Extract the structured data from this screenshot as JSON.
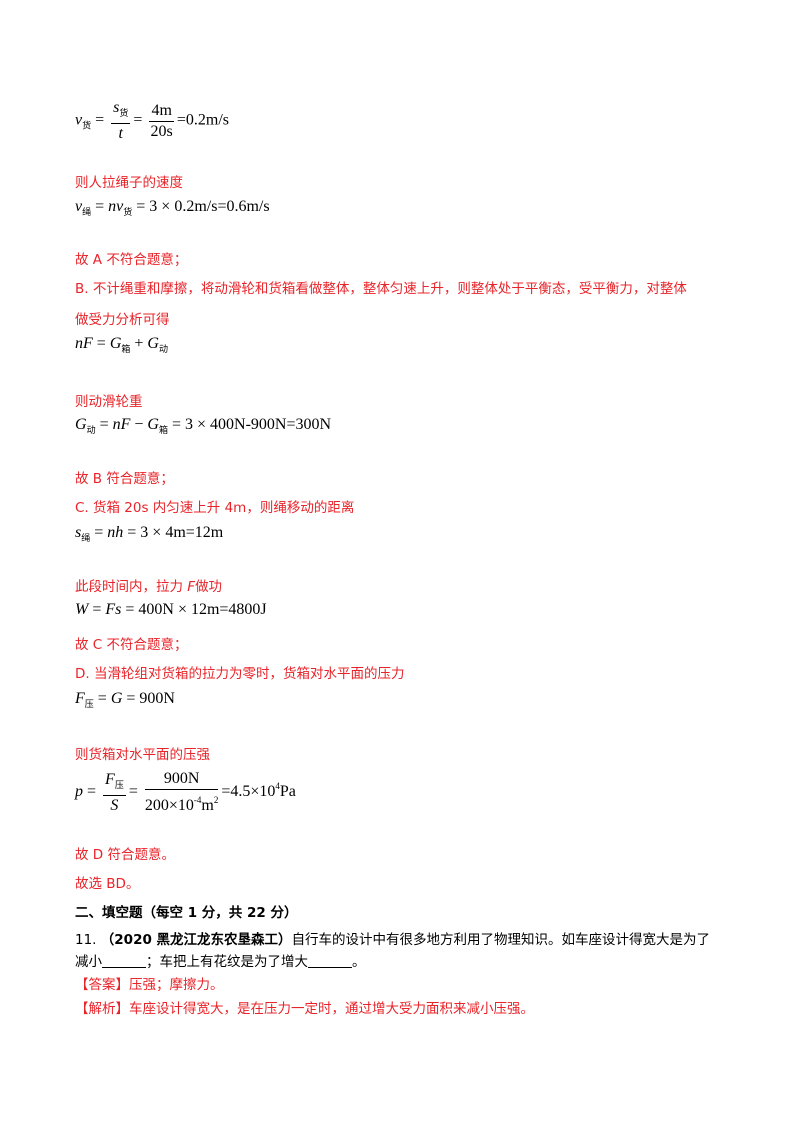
{
  "lines": {
    "v_huo": {
      "lhs": "v",
      "lhs_sub": "货",
      "s": "s",
      "s_sub": "货",
      "t": "t",
      "num": "4m",
      "den": "20s",
      "result": "=0.2m/s"
    },
    "t1": "则人拉绳子的速度",
    "v_sheng": {
      "lhs": "v",
      "lhs_sub": "绳",
      "mid": " = ",
      "n": "n",
      "v": "v",
      "v_sub": "货",
      "rest": " = 3 × 0.2m/s=0.6m/s"
    },
    "t2": "故 A 不符合题意；",
    "t3": "B. 不计绳重和摩擦，将动滑轮和货箱看做整体，整体匀速上升，则整体处于平衡态，受平衡力，对整体",
    "t4": "做受力分析可得",
    "eq_nF": {
      "n": "n",
      "F": "F",
      "eq": " = ",
      "G1": "G",
      "G1_sub": "箱",
      "plus": " + ",
      "G2": "G",
      "G2_sub": "动"
    },
    "t5": "则动滑轮重",
    "eq_G": {
      "G": "G",
      "G_sub": "动",
      "eq": " = ",
      "nF": "nF",
      "minus": " − ",
      "G2": "G",
      "G2_sub": "箱",
      "rest": " = 3 × 400N-900N=300N"
    },
    "t6": "故 B 符合题意；",
    "t7": "C. 货箱 20s 内匀速上升 4m，则绳移动的距离",
    "eq_s": {
      "s": "s",
      "s_sub": "绳",
      "eq": " = ",
      "nh": "nh",
      "rest": " = 3 × 4m=12m"
    },
    "t8a": "此段时间内，拉力 ",
    "t8b": "F",
    "t8c": "做功",
    "eq_W": {
      "W": "W",
      "eq": " = ",
      "Fs": "Fs",
      "rest": " = 400N × 12m=4800J"
    },
    "t9": "故 C 不符合题意；",
    "t10": "D. 当滑轮组对货箱的拉力为零时，货箱对水平面的压力",
    "eq_F": {
      "F": "F",
      "F_sub": "压",
      "eq": " = ",
      "G": "G",
      "rest": " = 900N"
    },
    "t11": "则货箱对水平面的压强",
    "eq_p": {
      "p": "p",
      "eq": " = ",
      "F": "F",
      "F_sub": "压",
      "S": "S",
      "num": "900N",
      "den_a": "200×10",
      "den_exp": "-4",
      "den_b": "m",
      "den_exp2": "2",
      "res_a": "=4.5×10",
      "res_exp": "4",
      "res_b": "Pa"
    },
    "t12": "故 D 符合题意。",
    "t13": "故选 BD。",
    "section": "二、填空题（每空 1 分，共 22 分）",
    "q11_num": "11.",
    "q11_src": "（2020 黑龙江龙东农垦森工）",
    "q11_text": "自行车的设计中有很多地方利用了物理知识。如车座设计得宽大是为了",
    "q11_l2a": "减小",
    "q11_l2b": "；车把上有花纹是为了增大",
    "q11_l2c": "。",
    "ans_tag": "【答案】",
    "ans_text": "压强；摩擦力。",
    "exp_tag": "【解析】",
    "exp_text": "车座设计得宽大，是在压力一定时，通过增大受力面积来减小压强。"
  }
}
